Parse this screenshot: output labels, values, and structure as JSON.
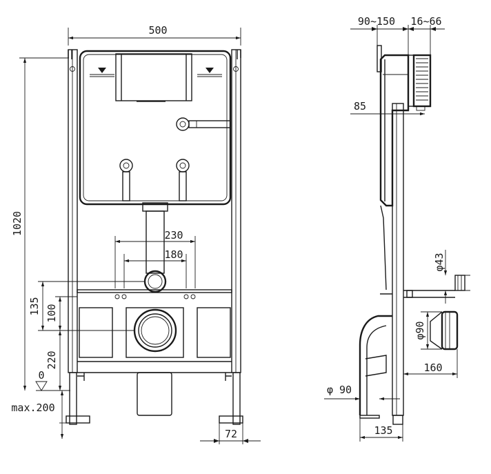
{
  "front_view": {
    "width_label": "500",
    "height_label": "1020",
    "spacing_outer_label": "230",
    "spacing_inner_label": "180",
    "dim_135_label": "135",
    "dim_100_label": "100",
    "dim_220_label": "220",
    "zero_label": "0",
    "max_label": "max.200",
    "foot_label": "72"
  },
  "side_view": {
    "depth_top_label": "90~150",
    "depth_top_right_label": "16~66",
    "depth_85_label": "85",
    "phi43_label": "φ43",
    "phi90_right_label": "φ90",
    "dim_160_label": "160",
    "phi90_left_label": "φ 90",
    "dim_135_label": "135"
  }
}
